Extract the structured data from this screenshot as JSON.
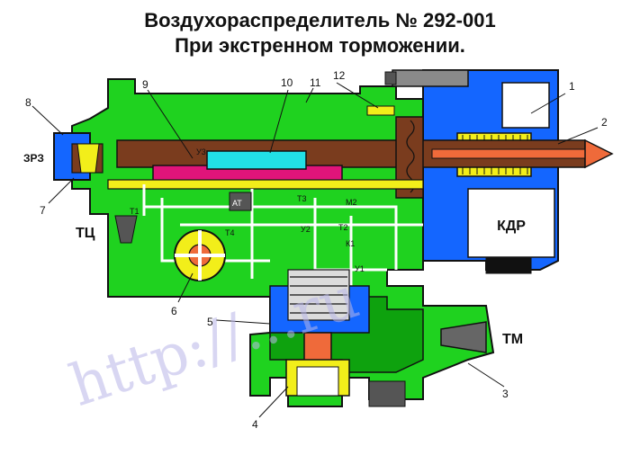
{
  "title": {
    "line1": "Воздухораспределитель № 292-001",
    "line2": "При экстренном торможении."
  },
  "watermark": "http://...ru",
  "callouts": {
    "n1": "1",
    "n2": "2",
    "n3": "3",
    "n4": "4",
    "n5": "5",
    "n6": "6",
    "n7": "7",
    "n8": "8",
    "n9": "9",
    "n10": "10",
    "n11": "11",
    "n12": "12"
  },
  "labels": {
    "zrz": "ЗРЗ",
    "tc": "ТЦ",
    "kdr": "КДР",
    "tm": "ТМ",
    "t1": "Т1",
    "t2": "Т2",
    "t3": "Т3",
    "t4": "Т4",
    "u1": "У1",
    "u2": "У2",
    "u3": "У3",
    "m2": "М2",
    "k1": "К1",
    "at": "АТ"
  },
  "colors": {
    "body": "#1fd21f",
    "body_dark": "#0a8f0a",
    "blue": "#1466ff",
    "brown": "#7a3c1e",
    "magenta": "#e0147a",
    "cyan": "#22e0e6",
    "yellow": "#f2ee1a",
    "grey": "#8a8a8a",
    "orange": "#ef6a3a",
    "outline": "#111111"
  }
}
